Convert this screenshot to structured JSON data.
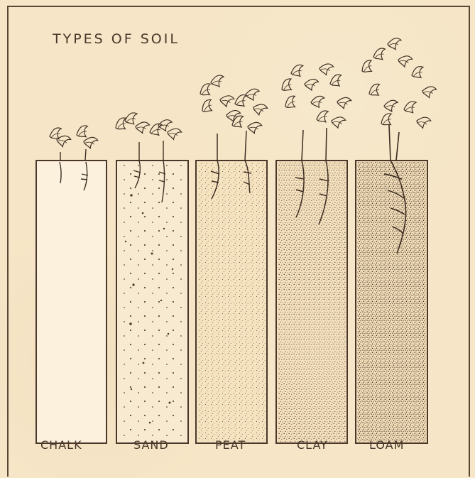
{
  "diagram": {
    "title": "TYPES OF SOIL",
    "soils": [
      {
        "label": "CHALK"
      },
      {
        "label": "SAND"
      },
      {
        "label": "PEAT"
      },
      {
        "label": "CLAY"
      },
      {
        "label": "LOAM"
      }
    ]
  }
}
